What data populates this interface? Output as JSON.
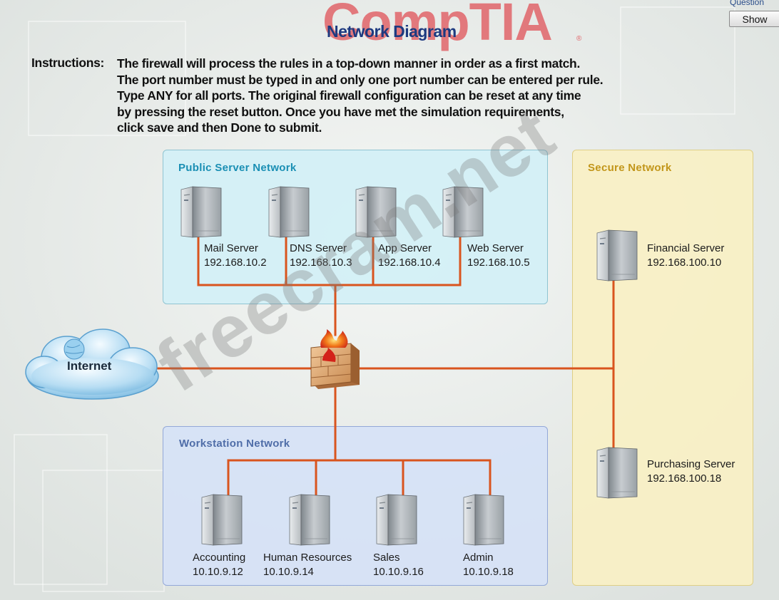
{
  "header": {
    "logo_text": "CompTIA",
    "logo_registered": "®",
    "title": "Network Diagram",
    "question_label": "Question",
    "show_button": "Show"
  },
  "instructions": {
    "label": "Instructions:",
    "lines": [
      "The firewall will process the rules in a top-down manner in order as a first match.",
      "The port number must be typed in and only one port number can be entered per rule.",
      "Type ANY for all ports. The original firewall configuration can be reset at any time",
      "by pressing the reset button. Once you have met the simulation requirements,",
      "click save and then Done to submit."
    ]
  },
  "zones": {
    "public": "Public Server Network",
    "secure": "Secure Network",
    "workstation": "Workstation Network"
  },
  "public_servers": [
    {
      "name": "Mail Server",
      "ip": "192.168.10.2"
    },
    {
      "name": "DNS Server",
      "ip": "192.168.10.3"
    },
    {
      "name": "App Server",
      "ip": "192.168.10.4"
    },
    {
      "name": "Web Server",
      "ip": "192.168.10.5"
    }
  ],
  "secure_servers": [
    {
      "name": "Financial Server",
      "ip": "192.168.100.10"
    },
    {
      "name": "Purchasing Server",
      "ip": "192.168.100.18"
    }
  ],
  "workstations": [
    {
      "name": "Accounting",
      "ip": "10.10.9.12"
    },
    {
      "name": "Human Resources",
      "ip": "10.10.9.14"
    },
    {
      "name": "Sales",
      "ip": "10.10.9.16"
    },
    {
      "name": "Admin",
      "ip": "10.10.9.18"
    }
  ],
  "internet_label": "Internet",
  "watermark": "freecram.net",
  "colors": {
    "wire": "#d9541e",
    "logo": "#e1656a",
    "title": "#1d3a80",
    "public_zone": "#d2f0f6",
    "workstation_zone": "#d6e2f6",
    "secure_zone": "#f8f0c4"
  },
  "icons": {
    "server": "server-tower-icon",
    "cloud": "cloud-icon",
    "firewall": "firewall-icon"
  }
}
